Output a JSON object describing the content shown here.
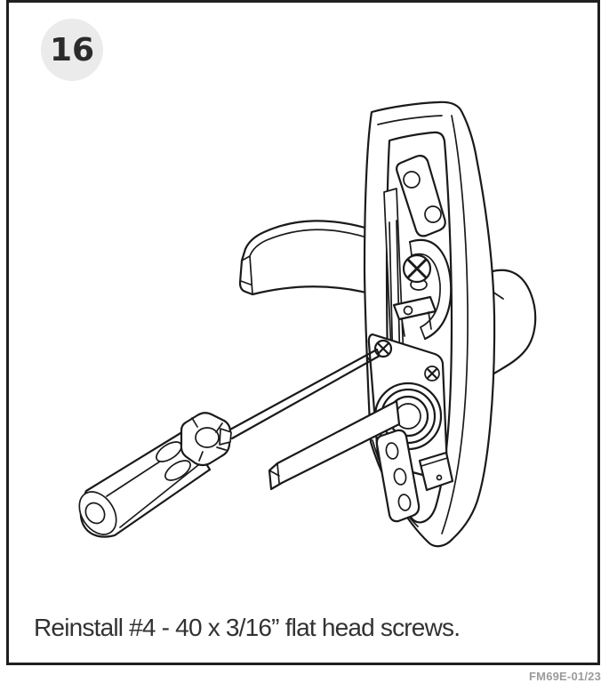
{
  "page": {
    "step_number": "16",
    "caption": "Reinstall #4 - 40 x 3/16” flat head screws.",
    "footer_code": "FM69E-01/23"
  },
  "colors": {
    "background": "#ffffff",
    "frame_border": "#1f1f1f",
    "badge_background": "#ebebeb",
    "badge_text": "#2b2b2b",
    "caption_text": "#323232",
    "footer_text": "#9b9b9b",
    "line_art": "#1a1a1a"
  },
  "illustration": {
    "name": "lever-lock-chassis-with-screwdriver-diagram"
  }
}
